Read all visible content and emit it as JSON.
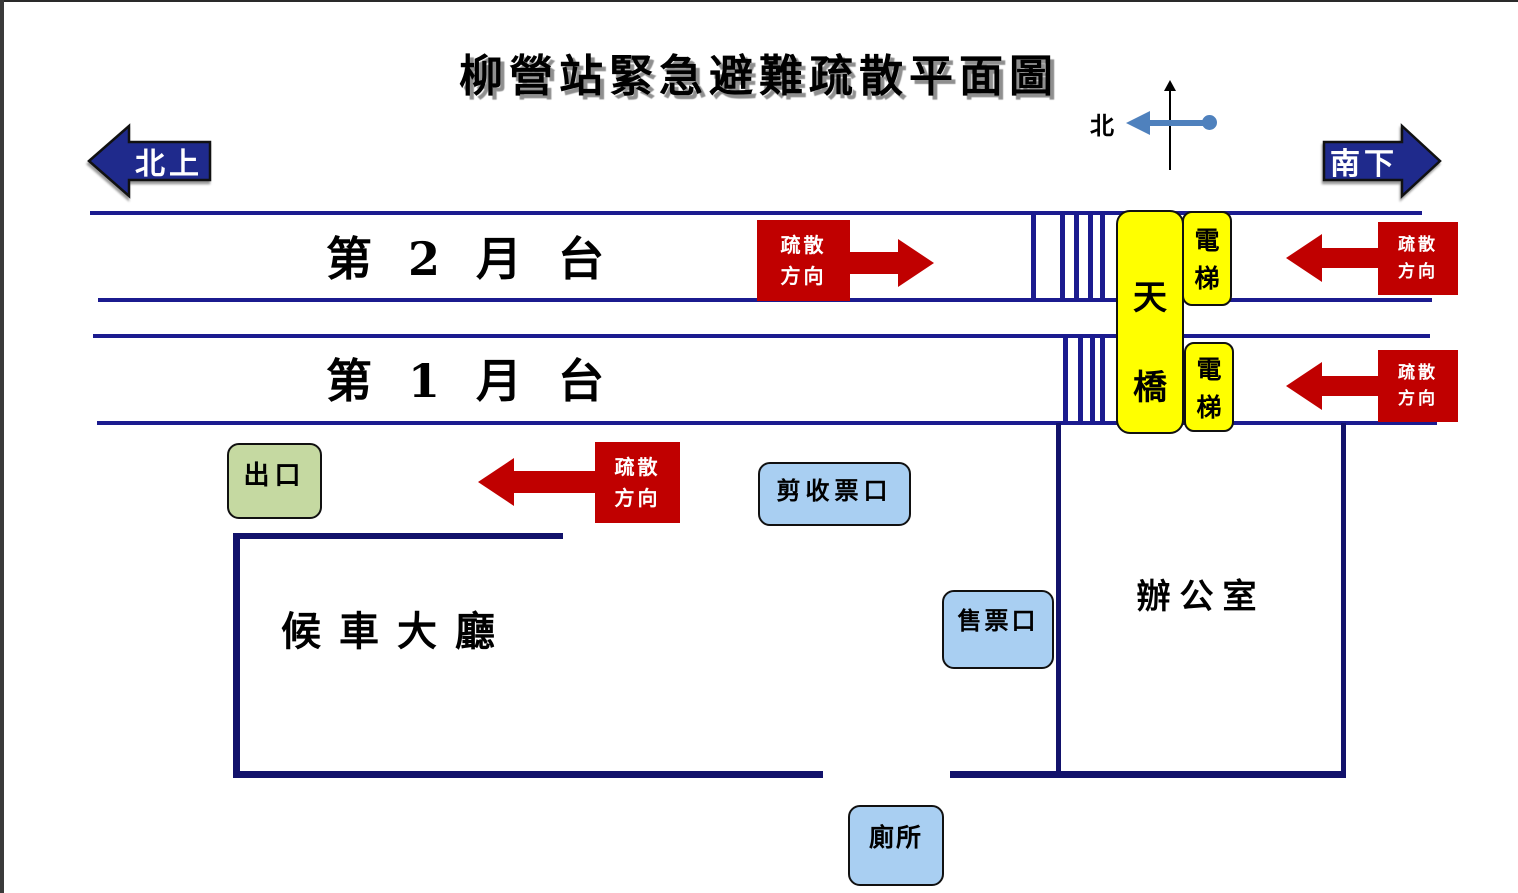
{
  "title": "柳營站緊急避難疏散平面圖",
  "compass": {
    "north_label": "北"
  },
  "track_arrows": {
    "northbound_label": "北上",
    "southbound_label": "南下"
  },
  "platforms": {
    "platform2_label": "第 2 月 台",
    "platform1_label": "第 1 月 台"
  },
  "evacuation": {
    "line1": "疏散",
    "line2": "方向"
  },
  "facilities": {
    "footbridge": {
      "char1": "天",
      "char2": "橋"
    },
    "elevator": {
      "char1": "電",
      "char2": "梯"
    },
    "exit_label": "出口",
    "ticket_gate_label": "剪收票口",
    "ticket_office_label": "售票口",
    "toilet_label": "廁所",
    "office_label": "辦公室",
    "waiting_hall_label": "候車大廳"
  },
  "colors": {
    "navy_arrow": "#1f2a8c",
    "track_line": "#1b1b8f",
    "wall": "#12126b",
    "evacuation_red": "#c00000",
    "footbridge_yellow": "#ffff00",
    "facility_blue": "#a9cff2",
    "exit_green": "#c5d9a1",
    "compass_blue": "#4f81bd"
  }
}
